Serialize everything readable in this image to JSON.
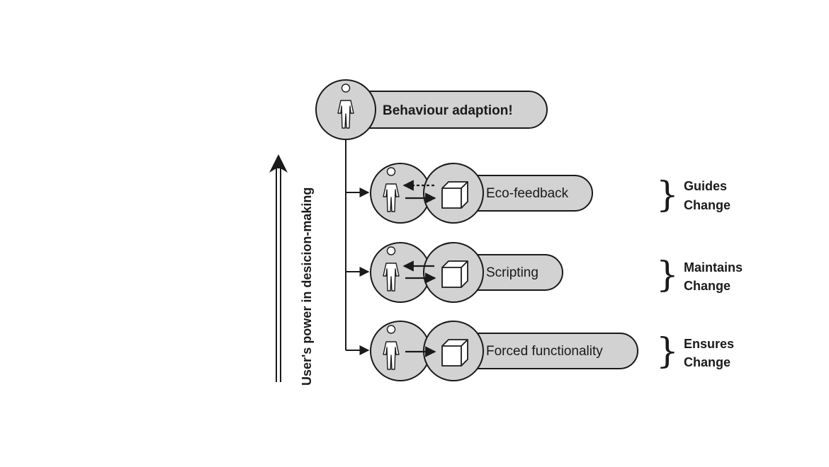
{
  "diagram": {
    "axis": {
      "label": "User's power in desicion-making"
    },
    "top": {
      "label": "Behaviour adaption!",
      "icon": "person-icon"
    },
    "levels": [
      {
        "label": "Eco-feedback",
        "icon_person": "person-icon",
        "icon_device": "box-icon",
        "arrows": "feedback-dashed-return",
        "effect_line1": "Guides",
        "effect_line2": "Change"
      },
      {
        "label": "Scripting",
        "icon_person": "person-icon",
        "icon_device": "box-icon",
        "arrows": "two-way",
        "effect_line1": "Maintains",
        "effect_line2": "Change"
      },
      {
        "label": "Forced functionality",
        "icon_person": "person-icon",
        "icon_device": "box-icon",
        "arrows": "one-way",
        "effect_line1": "Ensures",
        "effect_line2": "Change"
      }
    ],
    "colors": {
      "fill": "#d2d2d2",
      "stroke": "#1a1a1a",
      "icon_fill": "#ffffff"
    }
  }
}
